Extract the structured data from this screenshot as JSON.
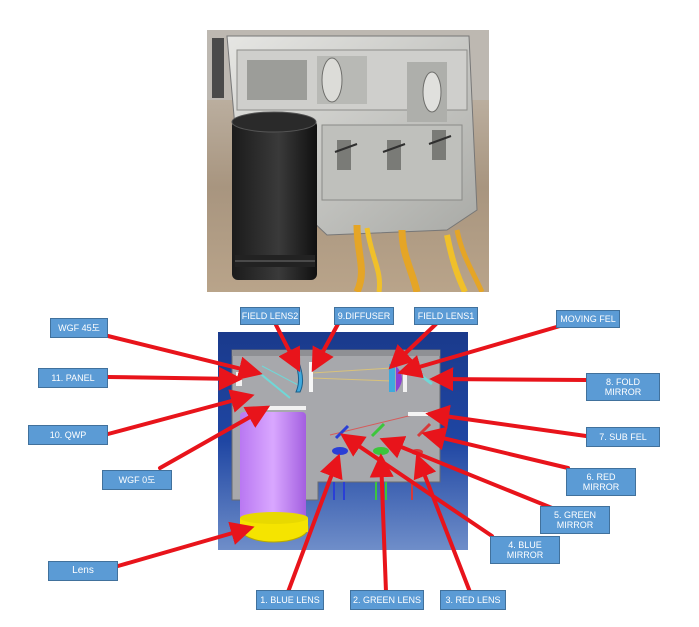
{
  "labels": {
    "wgf45": "WGF 45도",
    "field_lens2": "FIELD LENS2",
    "diffuser": "9.DIFFUSER",
    "field_lens1": "FIELD LENS1",
    "moving_fel": "MOVING FEL",
    "panel": "11. PANEL",
    "fold_mirror_line1": "8. FOLD",
    "fold_mirror_line2": "MIRROR",
    "qwp": "10. QWP",
    "sub_fel": "7. SUB FEL",
    "wgf0": "WGF 0도",
    "red_mirror_line1": "6. RED",
    "red_mirror_line2": "MIRROR",
    "green_mirror_line1": "5. GREEN",
    "green_mirror_line2": "MIRROR",
    "blue_mirror_line1": "4. BLUE",
    "blue_mirror_line2": "MIRROR",
    "lens": "Lens",
    "blue_lens": "1. BLUE LENS",
    "green_lens": "2. GREEN LENS",
    "red_lens": "3. RED LENS"
  },
  "colors": {
    "label_fill": "#5b9bd5",
    "arrow": "#e8141b",
    "housing_blue": "#1f3f8f",
    "projection_lens_purple": "#c77dff",
    "lens_yellow": "#f5e400"
  }
}
